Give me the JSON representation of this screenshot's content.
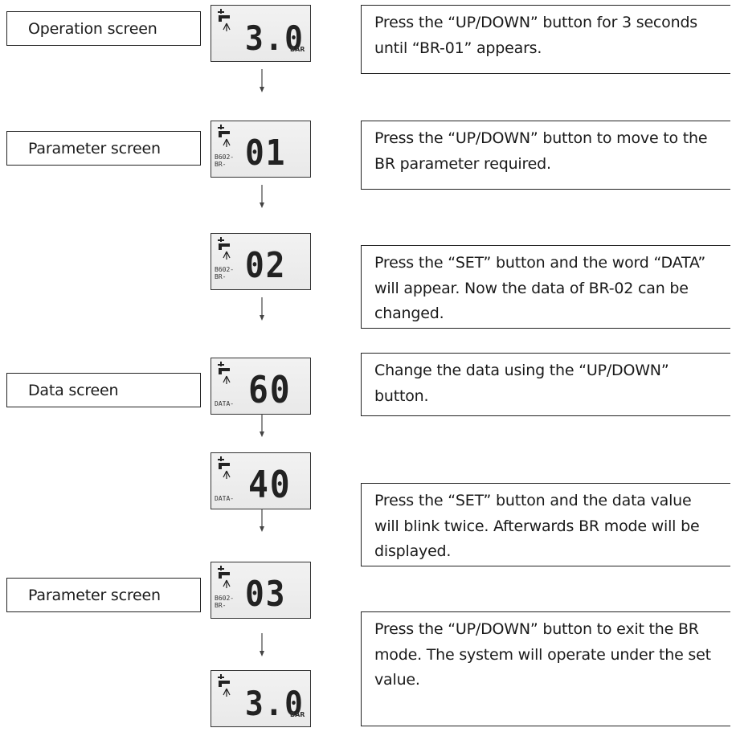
{
  "labels": {
    "operation": "Operation screen",
    "parameter1": "Parameter screen",
    "data": "Data screen",
    "parameter2": "Parameter screen"
  },
  "steps": [
    "Press the “UP/DOWN” button for 3 seconds until “BR-01” appears.",
    "Press the “UP/DOWN” button to move to the BR parameter required.",
    "Press the “SET” button and the word “DATA” will appear. Now the data of BR-02 can be changed.",
    "Change the data using the “UP/DOWN” button.",
    "Press the “SET” button and the data value will blink twice. Afterwards BR mode will be displayed.",
    "Press the “UP/DOWN” button to exit the BR mode. The system will operate under the set value."
  ],
  "displays": [
    {
      "value": "3.0",
      "unit": "BAR",
      "sub": ""
    },
    {
      "value": "01",
      "unit": "",
      "sub": "B602-\nBR-"
    },
    {
      "value": "02",
      "unit": "",
      "sub": "B602-\nBR-"
    },
    {
      "value": "60",
      "unit": "",
      "sub": "DATA-"
    },
    {
      "value": "40",
      "unit": "",
      "sub": "DATA-"
    },
    {
      "value": "03",
      "unit": "",
      "sub": "B602-\nBR-"
    },
    {
      "value": "3.0",
      "unit": "BAR",
      "sub": ""
    }
  ]
}
